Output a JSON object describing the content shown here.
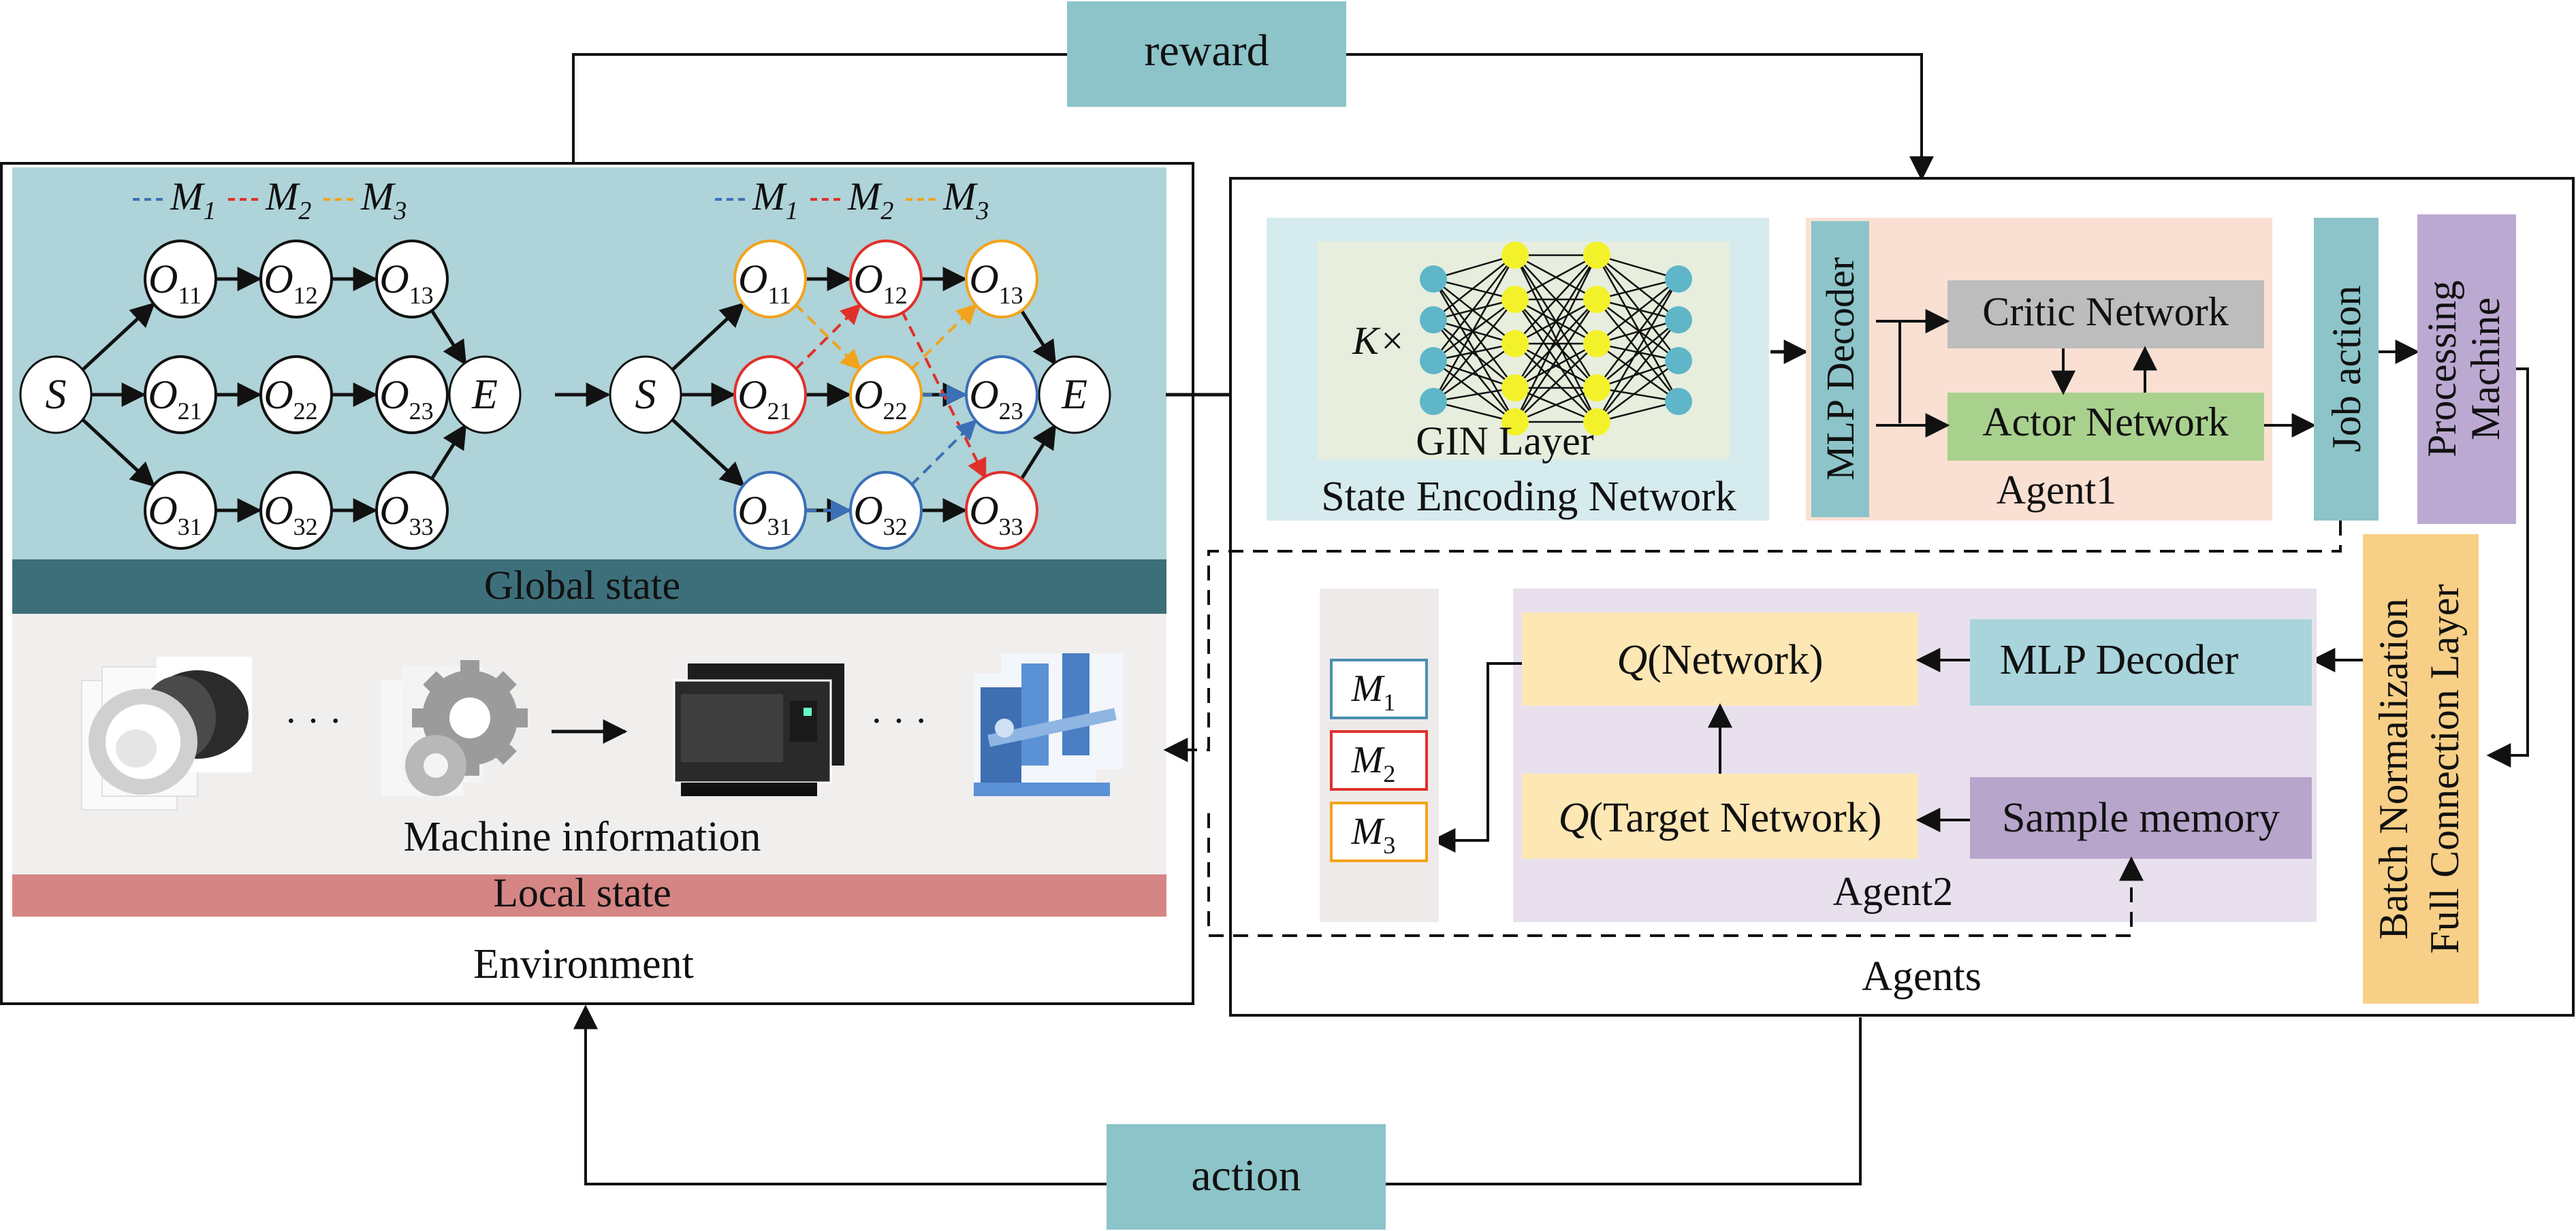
{
  "top_label": "reward",
  "bottom_label": "action",
  "environment": {
    "caption": "Environment",
    "global_state": "Global state",
    "local_state": "Local state",
    "machine_info": "Machine information",
    "ellipsis": "· · ·",
    "legend": [
      {
        "name": "M",
        "sub": "1",
        "color": "#3b6fb6"
      },
      {
        "name": "M",
        "sub": "2",
        "color": "#e0302a"
      },
      {
        "name": "M",
        "sub": "3",
        "color": "#f2a31b"
      }
    ],
    "graph": {
      "start": "S",
      "end": "E",
      "op": "O",
      "subs": [
        [
          "11",
          "12",
          "13"
        ],
        [
          "21",
          "22",
          "23"
        ],
        [
          "31",
          "32",
          "33"
        ]
      ]
    }
  },
  "agents": {
    "caption": "Agents",
    "k_times": "K×",
    "gin_layer": "GIN Layer",
    "state_encoding": "State Encoding Network",
    "mlp_decoder_vertical": "MLP Decoder",
    "critic": "Critic Network",
    "actor": "Actor Network",
    "agent1": "Agent1",
    "job_action": "Job action",
    "processing_machine": [
      "Processing",
      "Machine"
    ],
    "batch_norm": [
      "Batch Normalization",
      "Full Connection Layer"
    ],
    "q_prefix": "Q",
    "q_network": "(Network)",
    "q_target": "(Target Network)",
    "mlp_decoder": "MLP Decoder",
    "sample_memory": "Sample memory",
    "agent2": "Agent2",
    "machines": [
      {
        "name": "M",
        "sub": "1",
        "color": "#4a8fb0"
      },
      {
        "name": "M",
        "sub": "2",
        "color": "#e0302a"
      },
      {
        "name": "M",
        "sub": "3",
        "color": "#f2a31b"
      }
    ]
  },
  "colors": {
    "teal_box": "#8cc4c9",
    "global_state_bg": "#aed3d8",
    "global_state_bar": "#3d6f7a",
    "local_state_bar": "#d48584",
    "local_bg": "#f1eeee",
    "encoding_bg": "#d6ebee",
    "gin_bg": "#e7eedd",
    "agent1_bg": "#fae0d3",
    "critic": "#bdbdbd",
    "actor": "#a9d18e",
    "job_action": "#8cc4c9",
    "processing_machine": "#bba9d2",
    "batch_norm": "#f7cf86",
    "q_box": "#fde7b4",
    "agent2_bg": "#e8e0ed",
    "mlp_decoder2": "#a9d4dc",
    "sample_memory": "#b7a5cc"
  }
}
